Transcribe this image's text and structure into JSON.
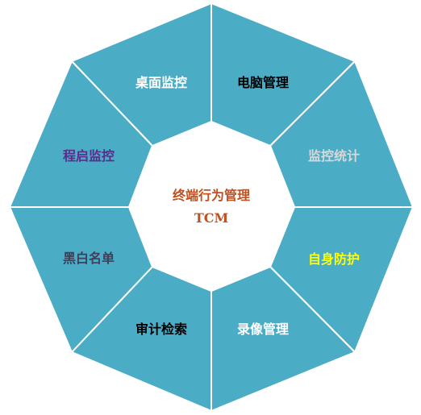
{
  "diagram": {
    "center": {
      "line1": "终端行为管理",
      "line2": "TCM",
      "color": "#c0501f"
    },
    "segment_fill": "#4bacc6",
    "segment_stroke": "#ffffff",
    "segments": [
      {
        "label": "桌面监控",
        "color": "#ffffff"
      },
      {
        "label": "电脑管理",
        "color": "#000000"
      },
      {
        "label": "监控统计",
        "color": "#d8d8d8"
      },
      {
        "label": "自身防护",
        "color": "#ffff00"
      },
      {
        "label": "录像管理",
        "color": "#ffffff"
      },
      {
        "label": "审计检索",
        "color": "#000000"
      },
      {
        "label": "黑白名单",
        "color": "#3f3f5a"
      },
      {
        "label": "程启监控",
        "color": "#5b2c8c"
      }
    ]
  }
}
